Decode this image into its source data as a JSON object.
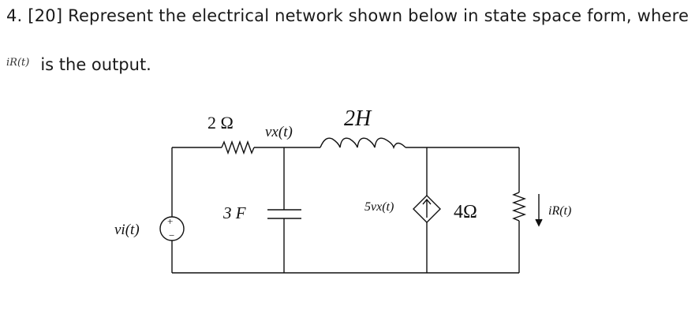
{
  "question": {
    "line1": "4. [20] Represent the electrical network shown below in state space form, where",
    "output_symbol": "iR(t)",
    "line2_rest": "is the output."
  },
  "circuit": {
    "resistor_left": "2 Ω",
    "inductor": "2H",
    "capacitor": "3 F",
    "node_voltage": "vx(t)",
    "dependent_source": "5vx(t)",
    "resistor_right": "4Ω",
    "source_voltage": "vi(t)",
    "output_current": "iR(t)",
    "source_plus": "+",
    "source_minus": "−"
  }
}
